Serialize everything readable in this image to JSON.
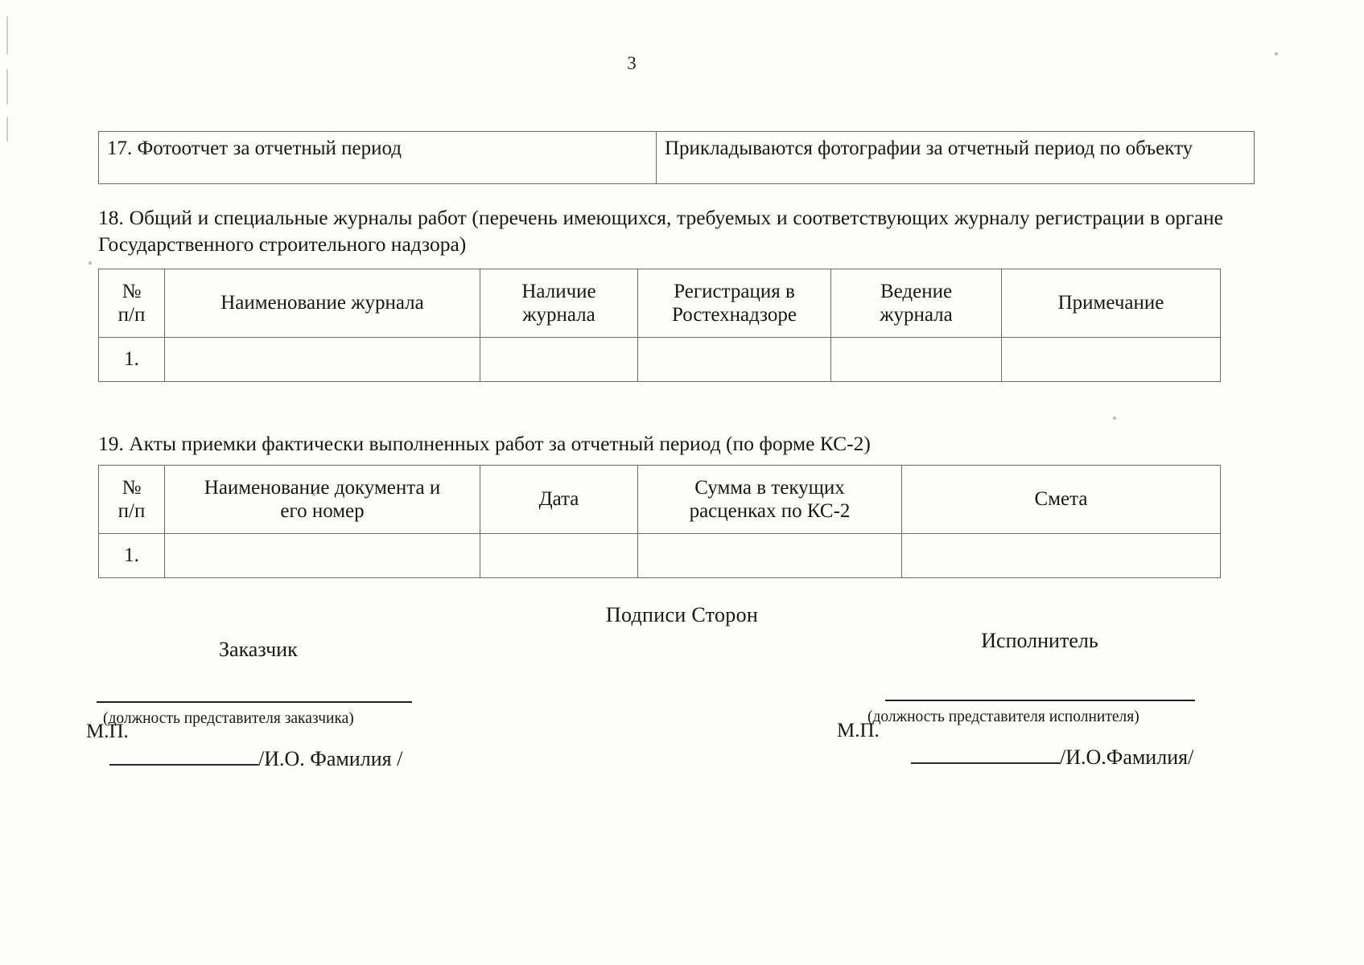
{
  "page": {
    "number": "3"
  },
  "block17": {
    "label": "17. Фотоотчет за отчетный период",
    "value": "Прикладываются фотографии за отчетный период по объекту"
  },
  "block18": {
    "paragraph": "18. Общий и специальные журналы работ (перечень имеющихся, требуемых и соответствующих журналу регистрации в органе Государственного строительного надзора)",
    "table": {
      "headers": [
        "№ п/п",
        "Наименование журнала",
        "Наличие журнала",
        "Регистрация в Ростехнадзоре",
        "Ведение журнала",
        "Примечание"
      ],
      "headers_multiline": {
        "num_line1": "№",
        "num_line2": "п/п",
        "col3_line1": "Наличие",
        "col3_line2": "журнала",
        "col4_line1": "Регистрация в",
        "col4_line2": "Ростехнадзоре",
        "col5_line1": "Ведение",
        "col5_line2": "журнала"
      },
      "rows": [
        {
          "num": "1.",
          "name": "",
          "presence": "",
          "registration": "",
          "maintenance": "",
          "note": ""
        }
      ]
    }
  },
  "block19": {
    "paragraph": "19. Акты приемки фактически выполненных работ за отчетный период (по форме КС-2)",
    "table": {
      "headers": [
        "№ п/п",
        "Наименование документа и его номер",
        "Дата",
        "Сумма в текущих расценках по КС-2",
        "Смета"
      ],
      "headers_multiline": {
        "num_line1": "№",
        "num_line2": "п/п",
        "col2_line1": "Наименование документа и",
        "col2_line2": "его номер",
        "col4_line1": "Сумма в текущих",
        "col4_line2": "расценках по КС-2"
      },
      "rows": [
        {
          "num": "1.",
          "document": "",
          "date": "",
          "amount": "",
          "estimate": ""
        }
      ]
    }
  },
  "signatures": {
    "title": "Подписи Сторон",
    "customer": {
      "party_label": "Заказчик",
      "role_caption": "(должность представителя заказчика)",
      "name_placeholder": "/И.О. Фамилия /",
      "stamp": "М.П."
    },
    "contractor": {
      "party_label": "Исполнитель",
      "role_caption": "(должность представителя исполнителя)",
      "name_placeholder": "/И.О.Фамилия/",
      "stamp": "М.П."
    }
  }
}
